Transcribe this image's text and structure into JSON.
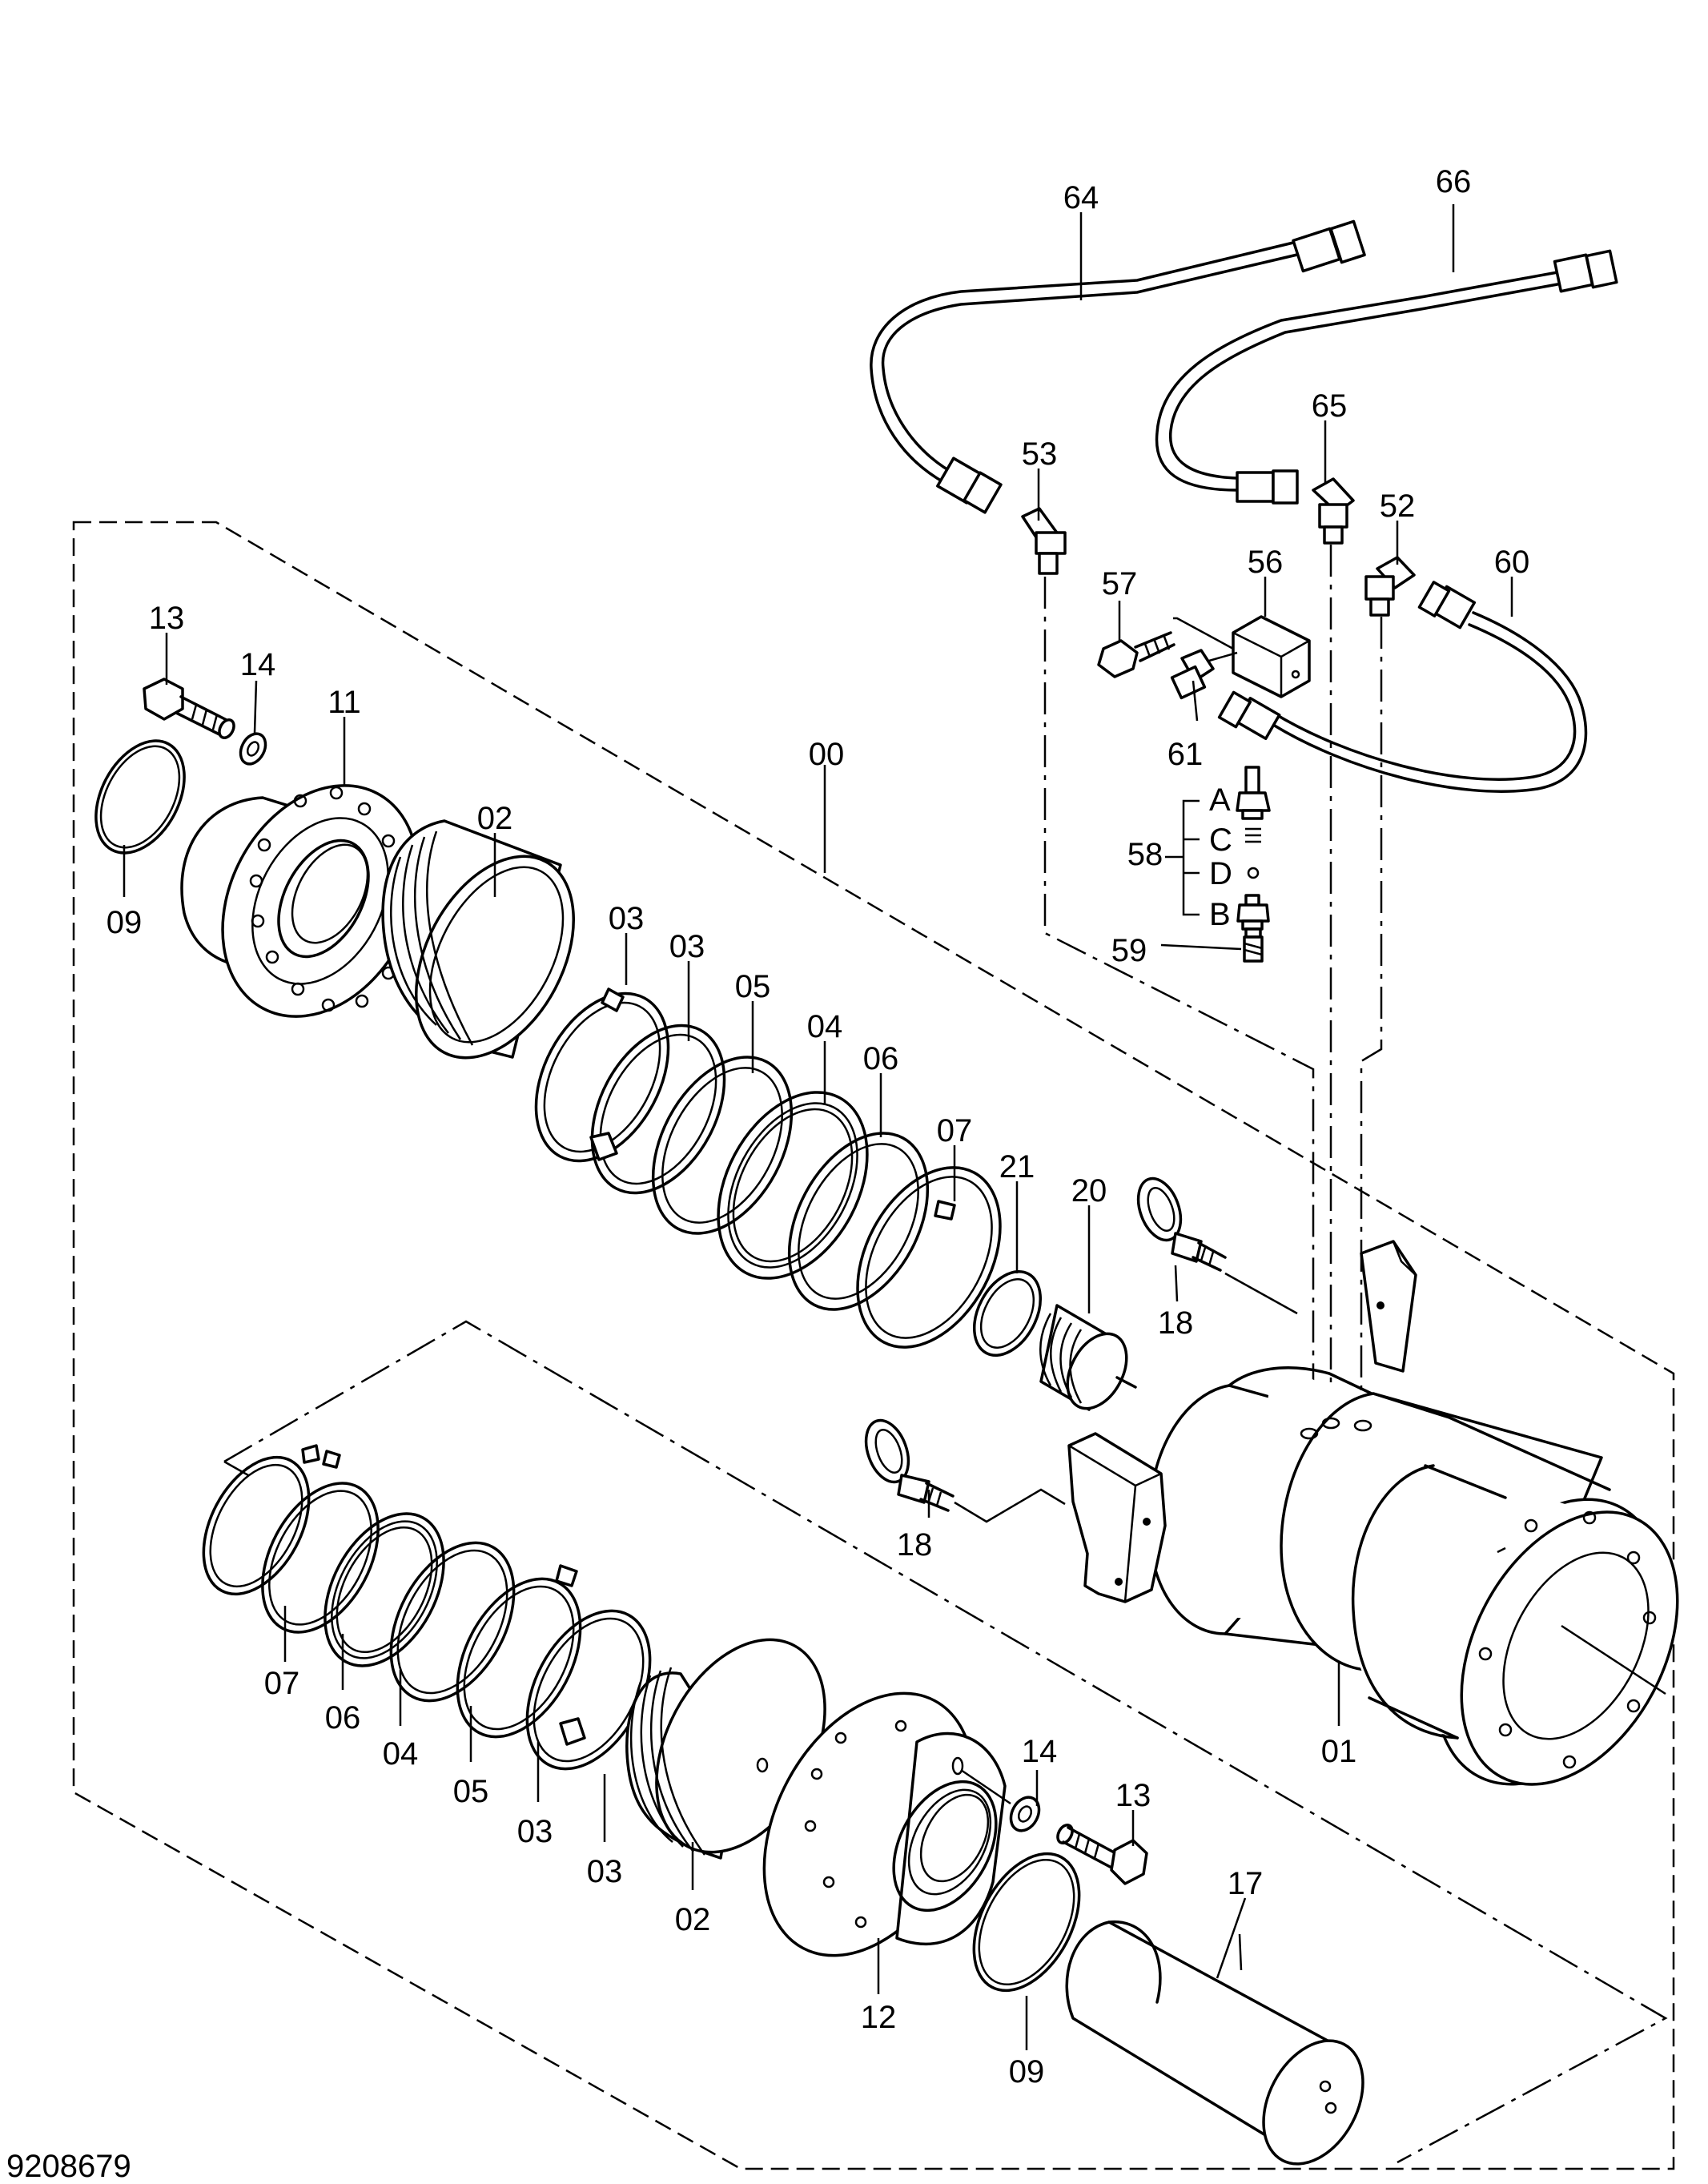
{
  "drawing_number": "9208679",
  "callouts": {
    "c00": "00",
    "c01": "01",
    "c02a": "02",
    "c02b": "02",
    "c03a": "03",
    "c03b": "03",
    "c03c": "03",
    "c03d": "03",
    "c04a": "04",
    "c04b": "04",
    "c05a": "05",
    "c05b": "05",
    "c06a": "06",
    "c06b": "06",
    "c07a": "07",
    "c07b": "07",
    "c09a": "09",
    "c09b": "09",
    "c11": "11",
    "c12": "12",
    "c13a": "13",
    "c13b": "13",
    "c14a": "14",
    "c14b": "14",
    "c17": "17",
    "c18a": "18",
    "c18b": "18",
    "c20": "20",
    "c21": "21",
    "c52": "52",
    "c53": "53",
    "c56": "56",
    "c57": "57",
    "c58": "58",
    "c59": "59",
    "c60": "60",
    "c61": "61",
    "c64": "64",
    "c65": "65",
    "c66": "66",
    "kA": "A",
    "kC": "C",
    "kD": "D",
    "kB": "B"
  }
}
